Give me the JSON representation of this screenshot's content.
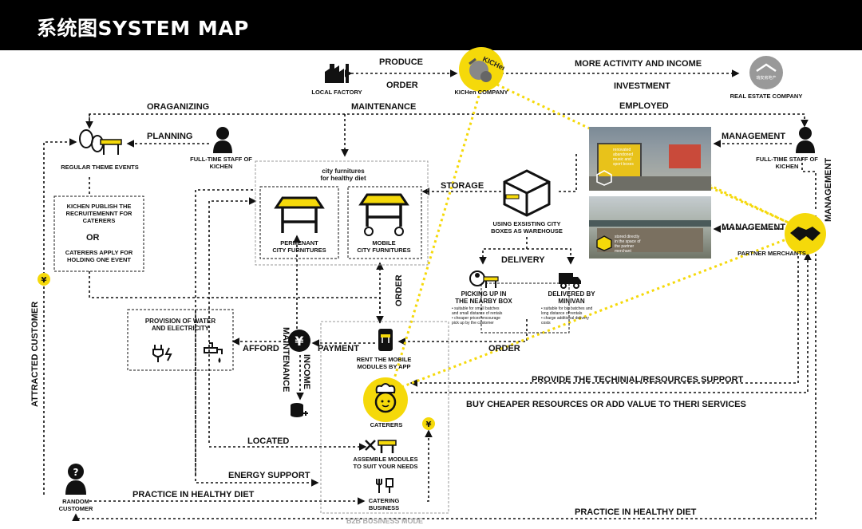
{
  "header": {
    "title": "系统图SYSTEM MAP"
  },
  "nodes": {
    "local_factory": "LOCAL FACTORY",
    "kichen_company": "KICHen COMPANY",
    "kichen_logo_text": "KICHen",
    "real_estate_company": "REAL ESTATE COMPANY",
    "real_estate_logo_text": "瑞安房地产",
    "regular_theme_events": "REGULAR THEME EVENTS",
    "staff_left": [
      "FULL-TIME STAFF OF",
      "KICHEN"
    ],
    "staff_right": [
      "FULL-TIME STAFF OF",
      "KICHEN"
    ],
    "city_furnitures_title": [
      "city furnitures",
      "for healthy diet"
    ],
    "permanent_furnitures": [
      "PERMENANT",
      "CITY FURNITURES"
    ],
    "mobile_furnitures": [
      "MOBILE",
      "CITY FURNITURES"
    ],
    "warehouse": [
      "USING EXSISTING CITY",
      "BOXES AS WAREHOUSE"
    ],
    "partner_merchants": "PARTNER MERCHANTS",
    "recruit_box": [
      "KICHEN PUBLISH THE",
      "RECRUITEMENNT FOR",
      "CATERERS"
    ],
    "recruit_or": "OR",
    "recruit_box2": [
      "CATERERS APPLY FOR",
      "HOLDING ONE EVENT"
    ],
    "water_electricity": [
      "PROVISION OF WATER",
      "AND ELECTRICITY"
    ],
    "rent_modules": [
      "RENT THE MOBILE",
      "MODULES BY APP"
    ],
    "caterers": "CATERERS",
    "assemble": [
      "ASSEMBLE MODULES",
      "TO SUIT YOUR NEEDS"
    ],
    "catering_business": [
      "CATERING",
      "BUSINESS"
    ],
    "random_customer": [
      "RANDOM",
      "CUSTOMER"
    ],
    "pickup": [
      "PICKING UP IN",
      "THE NEARBY BOX"
    ],
    "pickup_notes": [
      "• suitable for small batches",
      "  and small distance of rentals",
      "• cheaper prices encourage",
      "  pick up by the customer"
    ],
    "minivan": [
      "DELIVERED BY",
      "MINIVAN"
    ],
    "minivan_notes": [
      "• suitable for big batches and",
      "  long distance of rentals",
      "• charge additional delivery",
      "  costs"
    ],
    "photo1_caption": [
      "renovated",
      "abandoned",
      "music and",
      "sport boxes"
    ],
    "photo2_caption": [
      "stored directly",
      "in the space of",
      "the partner",
      "merchant"
    ],
    "b2b_mode": "B2B BUSINESS MODE"
  },
  "flows": {
    "produce": "PRODUCE",
    "order_top": "ORDER",
    "more_activity": "MORE ACTIVITY AND INCOME",
    "investment": "INVESTMENT",
    "organizing": "ORAGANIZING",
    "maintenance_top": "MAINTENANCE",
    "employed": "EMPLOYED",
    "planning": "PLANNING",
    "management_1": "MANAGEMENT",
    "management_2": "MANAGEMENT",
    "management_vertical": "MANAGEMENT",
    "storage": "STORAGE",
    "delivery": "DELIVERY",
    "maintenance_vertical": "MAINTENANCE",
    "order_vertical": "ORDER",
    "afford": "AFFORD",
    "payment": "PAYMENT",
    "order_mid": "ORDER",
    "income": "INCOME",
    "provide_support": "PROVIDE THE TECHINIAL/RESOURCES SUPPORT",
    "buy_cheaper": "BUY CHEAPER RESOURCES OR ADD VALUE TO THERI SERVICES",
    "located": "LOCATED",
    "energy_support": "ENERGY SUPPORT",
    "practice_left": "PRACTICE IN HEALTHY DIET",
    "practice_bottom": "PRACTICE IN HEALTHY DIET",
    "attracted_customer": "ATTRACTED CUSTOMER",
    "yuan_symbol": "¥"
  },
  "colors": {
    "accent": "#f5d90a",
    "line": "#111111",
    "dashed_box": "#9a9a9a"
  }
}
